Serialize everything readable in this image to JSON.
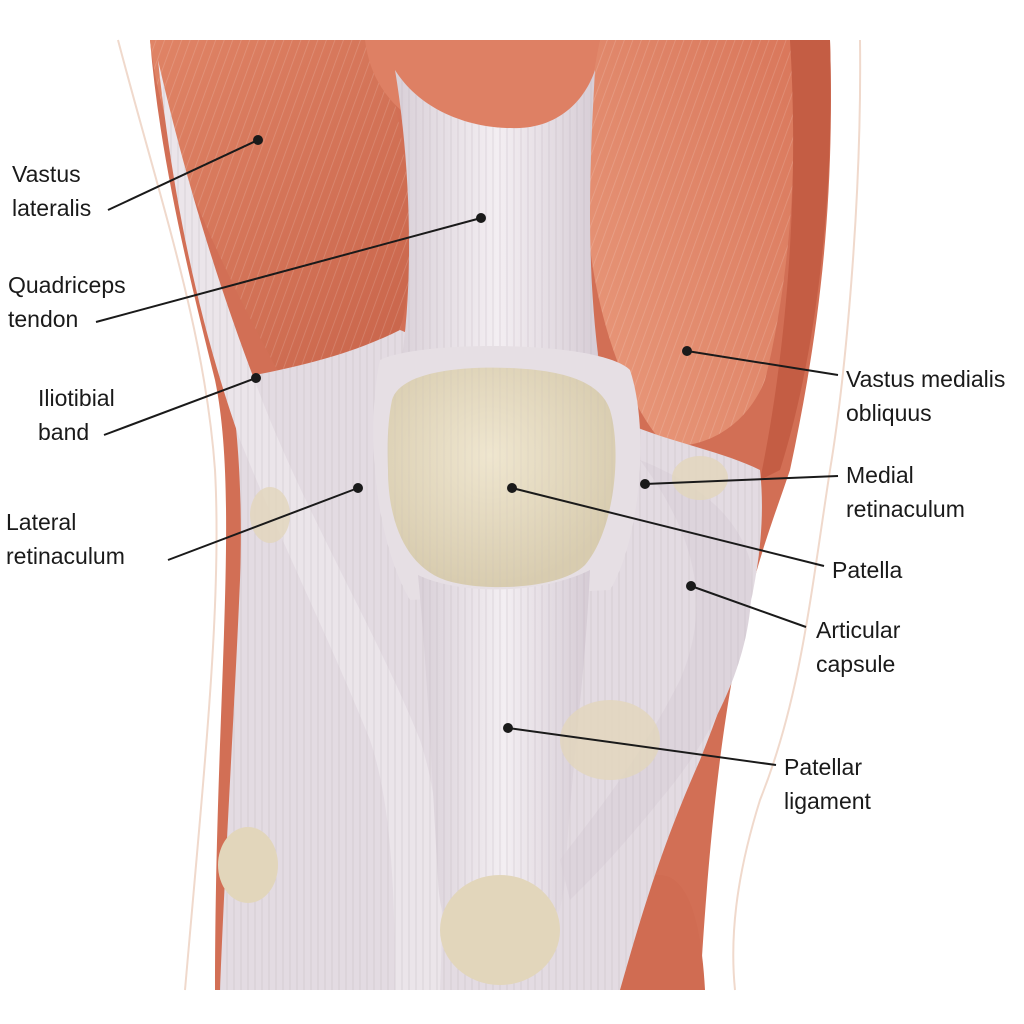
{
  "colors": {
    "muscle": "#d8745a",
    "muscle_dark": "#b85a42",
    "tendon": "#ece6ea",
    "tendon_shadow": "#cfc6cf",
    "bone": "#e6dcc3",
    "skin_outline": "#f0d9cc",
    "leader": "#1a1a1a"
  },
  "labels": {
    "vastus_lateralis": [
      "Vastus",
      "lateralis"
    ],
    "quadriceps_tendon": [
      "Quadriceps",
      "tendon"
    ],
    "iliotibial_band": [
      "Iliotibial",
      "band"
    ],
    "lateral_retinaculum": [
      "Lateral",
      "retinaculum"
    ],
    "vastus_medialis_obliquus": [
      "Vastus medialis",
      "obliquus"
    ],
    "medial_retinaculum": [
      "Medial",
      "retinaculum"
    ],
    "patella": [
      "Patella"
    ],
    "articular_capsule": [
      "Articular",
      "capsule"
    ],
    "patellar_ligament": [
      "Patellar",
      "ligament"
    ]
  }
}
